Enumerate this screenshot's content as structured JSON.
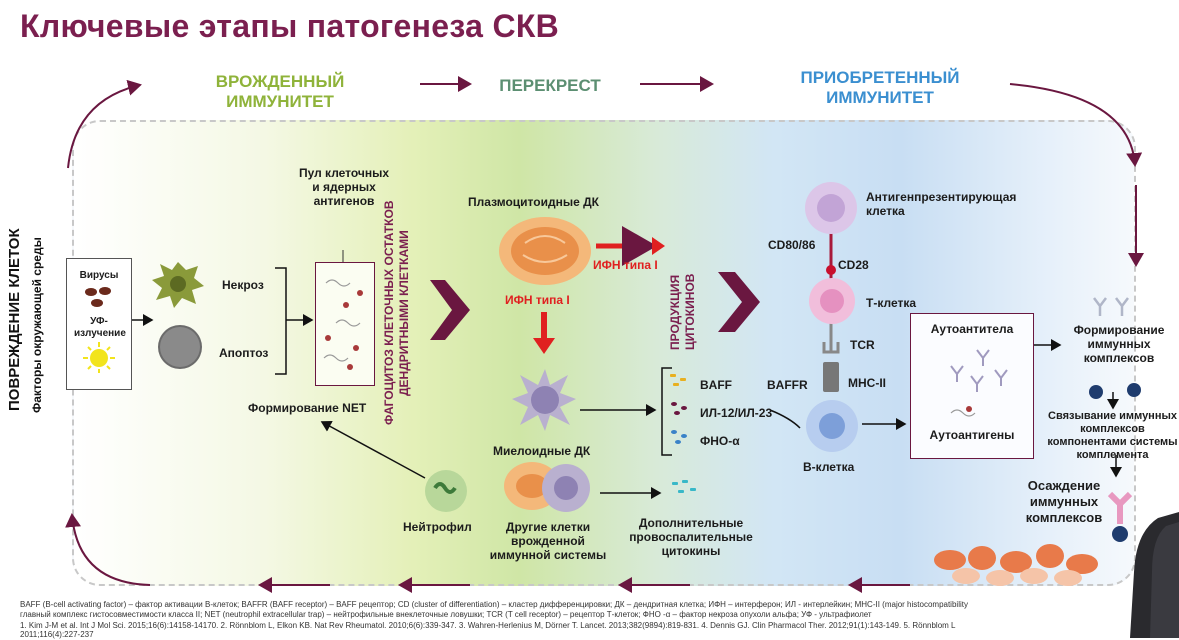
{
  "title": "Ключевые этапы патогенеза СКВ",
  "phases": {
    "innate": "ВРОЖДЕННЫЙ ИММУНИТЕТ",
    "crossroad": "ПЕРЕКРЕСТ",
    "adaptive": "ПРИОБРЕТЕННЫЙ ИММУНИТЕТ"
  },
  "left_side": {
    "cell_damage": "ПОВРЕЖДЕНИЕ КЛЕТОК",
    "env_factors": "Факторы окружающей среды",
    "viruses": "Вирусы",
    "uv": "УФ-излучение"
  },
  "death": {
    "necrosis": "Некроз",
    "apoptosis": "Апоптоз"
  },
  "antigen_pool": "Пул клеточных и ядерных антигенов",
  "phagocytosis": "ФАГОЦИТОЗ КЛЕТОЧНЫХ ОСТАТКОВ ДЕНДРИТНЫМИ КЛЕТКАМИ",
  "plasmacytoid_dc": "Плазмоцитоидные ДК",
  "ifn_1": "ИФН типа I",
  "ifn_2": "ИФН типа I",
  "myeloid_dc": "Миелоидные ДК",
  "cytokine_production": "ПРОДУКЦИЯ ЦИТОКИНОВ",
  "cytokines": [
    "BAFF",
    "ИЛ-12/ИЛ-23",
    "ФНО-α"
  ],
  "net_formation": "Формирование NET",
  "neutrophil": "Нейтрофил",
  "other_cells": "Другие клетки врожденной иммунной системы",
  "extra_cytokines": "Дополнительные провоспалительные цитокины",
  "apc": "Антигенпрезентирующая клетка",
  "cd80": "CD80/86",
  "cd28": "CD28",
  "t_cell": "Т-клетка",
  "tcr": "TCR",
  "baffr": "BAFFR",
  "mhc": "MHC-II",
  "b_cell": "В-клетка",
  "autoantibodies": "Аутоантитела",
  "autoantigens": "Аутоантигены",
  "ic_formation": "Формирование иммунных комплексов",
  "complement_binding": "Связывание иммунных комплексов компонентами системы комплемента",
  "ic_deposition": "Осаждение иммунных комплексов",
  "footnotes": [
    "BAFF (B-cell activating factor) – фактор активации В-клеток; BAFFR (BAFF receptor) – BAFF рецептор; CD (cluster of differentiation) – кластер дифференцировки; ДК – дендритная клетка; ИФН – интерферон; ИЛ - интерлейкин; MHC-II (major histocompatibility",
    "главный комплекс гистосовместимости класса II; NET (neutrophil extracellular trap) – нейтрофильные внеклеточные ловушки; TCR (T cell receptor) – рецептор Т-клеток; ФНО -α – фактор некроза опухоли альфа; УФ - ультрафиолет",
    "1. Kim J-M et al. Int J Mol Sci. 2015;16(6):14158-14170. 2. Rönnblom L, Elkon KB. Nat Rev Rheumatol. 2010;6(6):339-347. 3. Wahren-Herlenius M, Dörner T. Lancet. 2013;382(9894):819-831. 4. Dennis GJ. Clin Pharmacol Ther. 2012;91(1):143-149. 5. Rönnblom L",
    "2011;116(4):227-237"
  ],
  "colors": {
    "title": "#7b1f4f",
    "innate": "#8fb33a",
    "crossroad": "#5c8f72",
    "adaptive": "#3b8fd0",
    "arrow_red": "#e02020",
    "maroon": "#6a1740"
  }
}
